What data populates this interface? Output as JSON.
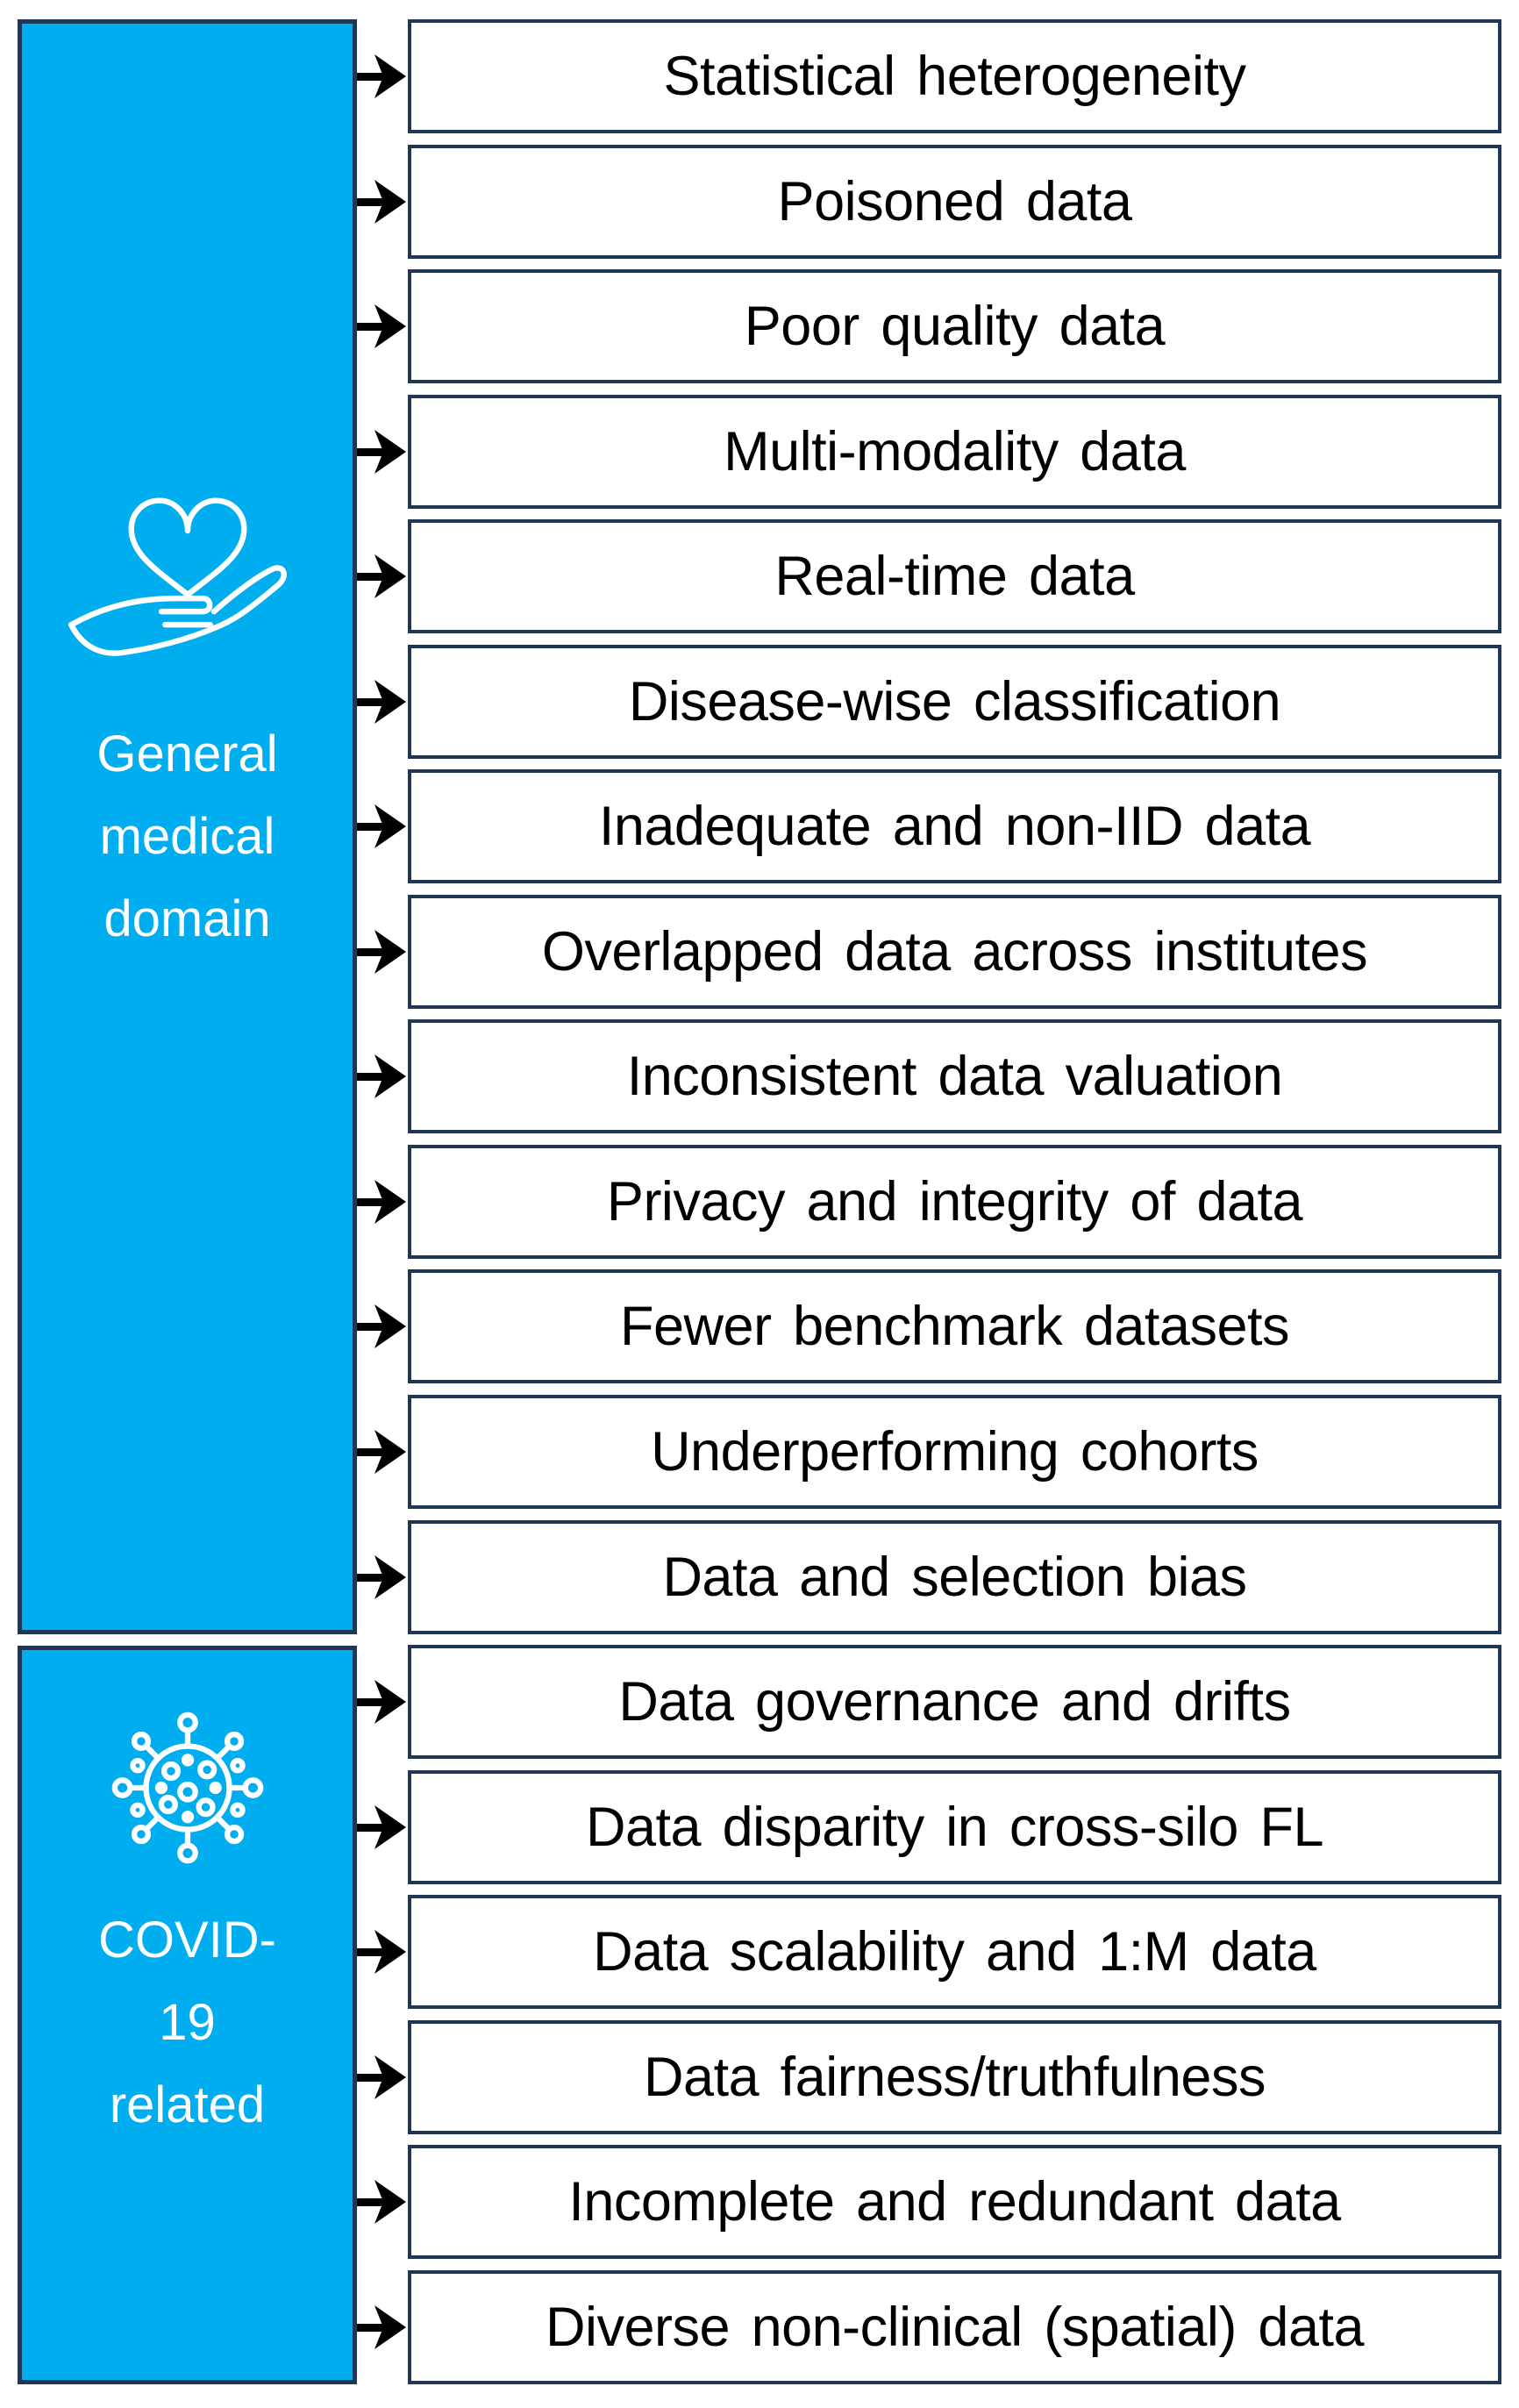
{
  "figure": {
    "title": "Data-related challenges diagram",
    "colors": {
      "group_fill": "#00AEF0",
      "outline_navy": "#1F3655",
      "box_background": "#FFFFFF",
      "box_text": "#000000",
      "group_text": "#FFFFFF",
      "arrow": "#000000"
    },
    "groups": [
      {
        "label": "General medical domain",
        "lines": [
          "General",
          "medical",
          "domain"
        ],
        "icon": "heart-in-hand-icon",
        "covers_boxes": "1-13"
      },
      {
        "label": "COVID-19 related",
        "lines": [
          "COVID-",
          "19",
          "related"
        ],
        "icon": "coronavirus-icon",
        "covers_boxes": "14-19"
      }
    ],
    "boxes": [
      "Statistical heterogeneity",
      "Poisoned data",
      "Poor quality data",
      "Multi-modality data",
      "Real-time data",
      "Disease-wise classification",
      "Inadequate and non-IID data",
      "Overlapped data across institutes",
      "Inconsistent data valuation",
      "Privacy and integrity of data",
      "Fewer benchmark datasets",
      "Underperforming cohorts",
      "Data and selection bias",
      "Data governance and drifts",
      "Data disparity in cross-silo FL",
      "Data scalability and 1:M data",
      "Data fairness/truthfulness",
      "Incomplete and redundant data",
      "Diverse non-clinical (spatial) data"
    ]
  }
}
